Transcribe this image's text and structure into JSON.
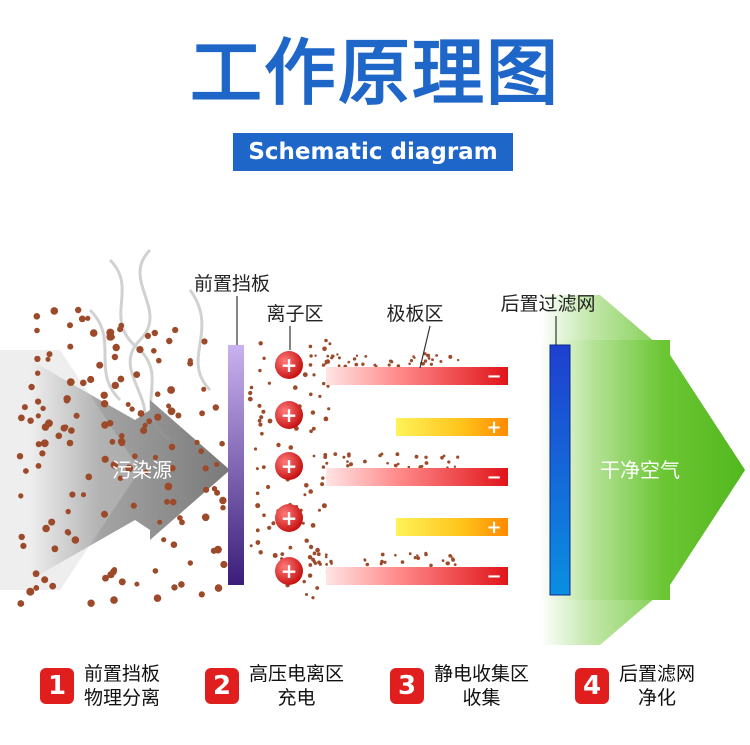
{
  "header": {
    "title": "工作原理图",
    "subtitle": "Schematic diagram"
  },
  "diagram": {
    "label_front_baffle": "前置挡板",
    "label_ion_zone": "离子区",
    "label_plate_zone": "极板区",
    "label_rear_filter": "后置过滤网",
    "label_pollution_source": "污染源",
    "label_clean_air": "干净空气",
    "plate_signs": [
      "−",
      "+",
      "−",
      "+",
      "−"
    ],
    "ion_sign": "+"
  },
  "steps": [
    {
      "number": "1",
      "line1": "前置挡板",
      "line2": "物理分离"
    },
    {
      "number": "2",
      "line1": "高压电离区",
      "line2": "充电"
    },
    {
      "number": "3",
      "line1": "静电收集区",
      "line2": "收集"
    },
    {
      "number": "4",
      "line1": "后置滤网",
      "line2": "净化"
    }
  ],
  "colors": {
    "title_blue": "#1f66c9",
    "badge_red": "#e01e1e",
    "clean_air_green": "#5fc22e",
    "particle_brown": "#9c4a2a"
  }
}
